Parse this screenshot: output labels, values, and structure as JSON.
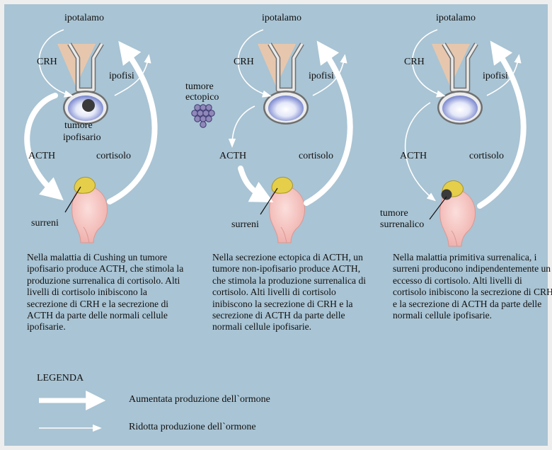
{
  "panels": [
    {
      "hypothalamus": "ipotalamo",
      "crh": "CRH",
      "pituitary": "ipofisi",
      "tumor_line1": "tumore",
      "tumor_line2": "ipofisario",
      "acth": "ACTH",
      "cortisol": "cortisolo",
      "adrenal": "surreni",
      "description": "Nella malattia di Cushing un tumore ipofisario produce ACTH, che stimola la produzione surrenalica di cortisolo. Alti livelli di cortisolo inibiscono la secrezione di CRH e la secrezione di ACTH da parte delle normali cellule ipofisarie."
    },
    {
      "hypothalamus": "ipotalamo",
      "crh": "CRH",
      "pituitary": "ipofisi",
      "tumor_line1": "tumore",
      "tumor_line2": "ectopico",
      "acth": "ACTH",
      "cortisol": "cortisolo",
      "adrenal": "surreni",
      "description": "Nella secrezione ectopica di ACTH, un tumore non-ipofisario produce ACTH, che stimola la produzione surrenalica di cortisolo. Alti livelli di cortisolo inibiscono la secrezione di CRH e la secrezione di ACTH da parte delle normali cellule ipofisarie."
    },
    {
      "hypothalamus": "ipotalamo",
      "crh": "CRH",
      "pituitary": "ipofisi",
      "tumor_line1": "tumore",
      "tumor_line2": "surrenalico",
      "acth": "ACTH",
      "cortisol": "cortisolo",
      "description": "Nella malattia primitiva surrenalica, i surreni producono indipendentemente un eccesso di cortisolo. Alti livelli di cortisolo inibiscono la secrezione di CRH e la secrezione di ACTH da parte delle normali cellule ipofisarie."
    }
  ],
  "legend": {
    "title": "LEGENDA",
    "thick_label": "Aumentata produzione dell`ormone",
    "thin_label": "Ridotta produzione dell`ormone"
  },
  "colors": {
    "background": "#a9c4d4",
    "hypothalamus": "#e6c7ad",
    "adrenal_body": "#f4c3bf",
    "adrenal_cap": "#e5cf4a",
    "tumor_cells": "#8f88b8",
    "arrow": "#ffffff"
  }
}
